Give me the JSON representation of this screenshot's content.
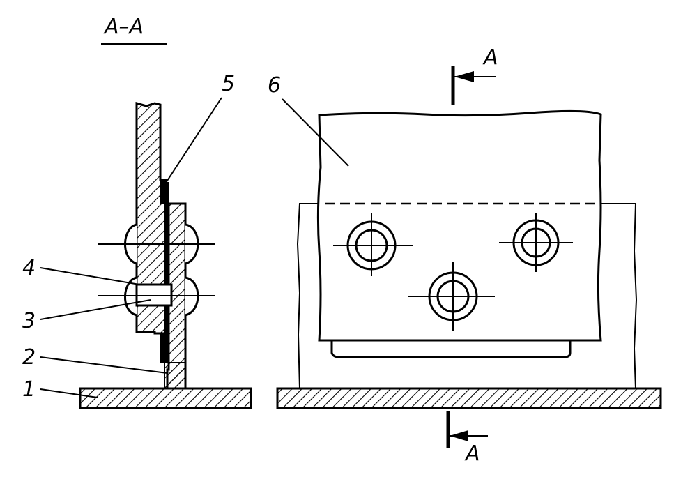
{
  "section_title": "A–A",
  "section_marker_top": "A",
  "section_marker_bottom": "A",
  "callouts": {
    "c1": "1",
    "c2": "2",
    "c3": "3",
    "c4": "4",
    "c5": "5",
    "c6": "6"
  }
}
